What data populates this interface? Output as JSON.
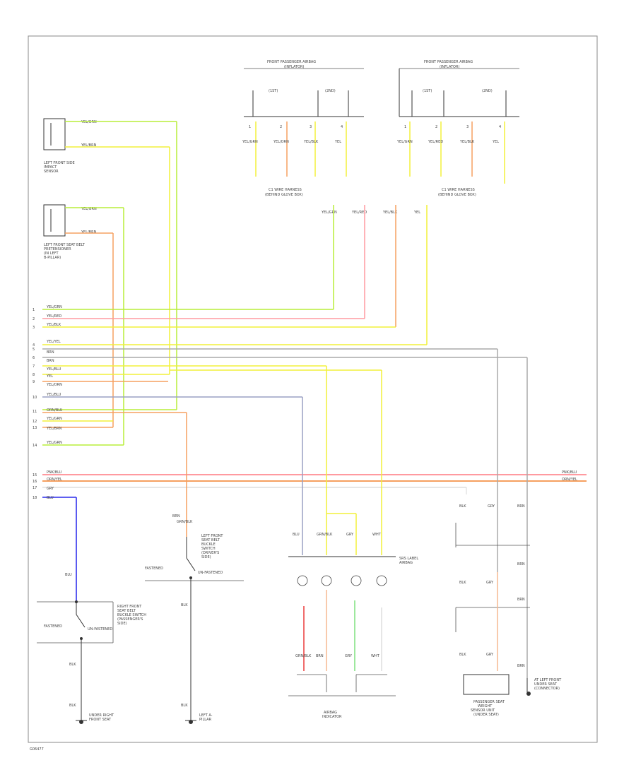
{
  "footer_code": "G06477",
  "colors": {
    "yellow": "#f2f03a",
    "yellow_green": "#b9ee3a",
    "pink": "#ff9aa0",
    "orange": "#f5a060",
    "red": "#ee5b5b",
    "gray_blue": "#9aa0c4",
    "blue": "#4848ee",
    "gray": "#aaaaaa",
    "green": "#7ee07e",
    "salmon": "#f5b890"
  },
  "components": {
    "front_passenger_airbag_left": {
      "line1": "FRONT PASSENGER AIRBAG",
      "line2": "(INFLATOR)",
      "sub_left": "(1ST)",
      "sub_right": "(2ND)"
    },
    "front_passenger_airbag_right": {
      "line1": "FRONT PASSENGER AIRBAG",
      "line2": "(INFLATOR)",
      "sub_left": "(1ST)",
      "sub_right": "(2ND)"
    },
    "wire_harness_left": {
      "line1": "C1 WIRE HARNESS",
      "line2": "(BEHIND GLOVE BOX)"
    },
    "wire_harness_right": {
      "line1": "C1 WIRE HARNESS",
      "line2": "(BEHIND GLOVE BOX)"
    },
    "left_front_side_sensor": [
      "LEFT FRONT SIDE",
      "IMPACT",
      "SENSOR"
    ],
    "left_front_belt_tensioner": [
      "LEFT FRONT SEAT BELT",
      "PRETENSIONER",
      "(IN LEFT",
      "B-PILLAR)"
    ],
    "left_front_buckle_switch": [
      "LEFT FRONT",
      "SEAT BELT",
      "BUCKLE",
      "SWITCH",
      "(DRIVER'S",
      "SIDE)"
    ],
    "right_front_buckle_switch": [
      "RIGHT FRONT",
      "SEAT BELT",
      "BUCKLE SWITCH",
      "(PASSENGER'S",
      "SIDE)"
    ],
    "airbag_indicator": [
      "AIRBAG",
      "INDICATOR"
    ],
    "oc_sensor_unit": [
      "PASSENGER SEAT",
      "WEIGHT",
      "SENSOR UNIT",
      "(UNDER SEAT)"
    ],
    "front_center_sensor": [
      "AT LEFT FRONT",
      "UNDER SEAT",
      "(CONNECTOR)"
    ],
    "ground_right_seat": [
      "UNDER RIGHT",
      "FRONT SEAT"
    ],
    "ground_left_seat": [
      "LEFT A-",
      "PILLAR"
    ],
    "fastened_left": "FASTENED",
    "fastened_right": "FASTENED",
    "unfastened_left": "UN-FASTENED",
    "unfastened_right": "UN-FASTENED",
    "airbag_display": [
      "SRS LABEL",
      "AIRBAG"
    ]
  },
  "airbag_wire_labels_left": [
    {
      "c": "YEL/GRN",
      "n": "1"
    },
    {
      "c": "YEL/ORN",
      "n": "2"
    },
    {
      "c": "YEL/BLK",
      "n": "3"
    },
    {
      "c": "YEL",
      "n": "4"
    }
  ],
  "airbag_wire_labels_right": [
    {
      "c": "YEL/GRN",
      "n": "1"
    },
    {
      "c": "YEL/RED",
      "n": "2"
    },
    {
      "c": "YEL/BLK",
      "n": "3"
    },
    {
      "c": "YEL",
      "n": "4"
    }
  ],
  "harness_labels": [
    "YEL/GRN",
    "YEL/RED",
    "YEL/BLK",
    "YEL"
  ],
  "sensor_wires": [
    "YEL/GRN",
    "YEL/BRN",
    "YEL/GRN",
    "YEL/BRN"
  ],
  "srs_unit_rows": [
    {
      "n": "1",
      "c": "YEL/GRN"
    },
    {
      "n": "2",
      "c": "YEL/RED"
    },
    {
      "n": "3",
      "c": "YEL/BLK"
    },
    {
      "n": "4",
      "c": "YEL/YEL"
    },
    {
      "n": "5",
      "c": "BRN"
    },
    {
      "n": "6",
      "c": "BRN"
    },
    {
      "n": "7",
      "c": "YEL/BLU"
    },
    {
      "n": "8",
      "c": "YEL"
    },
    {
      "n": "9",
      "c": "YEL/ORN"
    },
    {
      "n": "10",
      "c": "YEL/BLU"
    },
    {
      "n": "11",
      "c": "ORN/BLU"
    },
    {
      "n": "12",
      "c": "YEL/GRN"
    },
    {
      "n": "13",
      "c": "YEL/BRN"
    },
    {
      "n": "14",
      "c": "YEL/GRN"
    },
    {
      "n": "15",
      "c": "PNK/BLU"
    },
    {
      "n": "16",
      "c": "ORN/YEL"
    },
    {
      "n": "17",
      "c": "GRY"
    },
    {
      "n": "18",
      "c": "BLU"
    }
  ],
  "right_end_labels": [
    "PNK/BLU",
    "ORN/YEL"
  ],
  "wire_small_labels": {
    "blk": "BLK",
    "gry": "GRY",
    "brn": "BRN",
    "grn_blk": "GRN/BLK",
    "blu": "BLU",
    "wht": "WHT"
  }
}
